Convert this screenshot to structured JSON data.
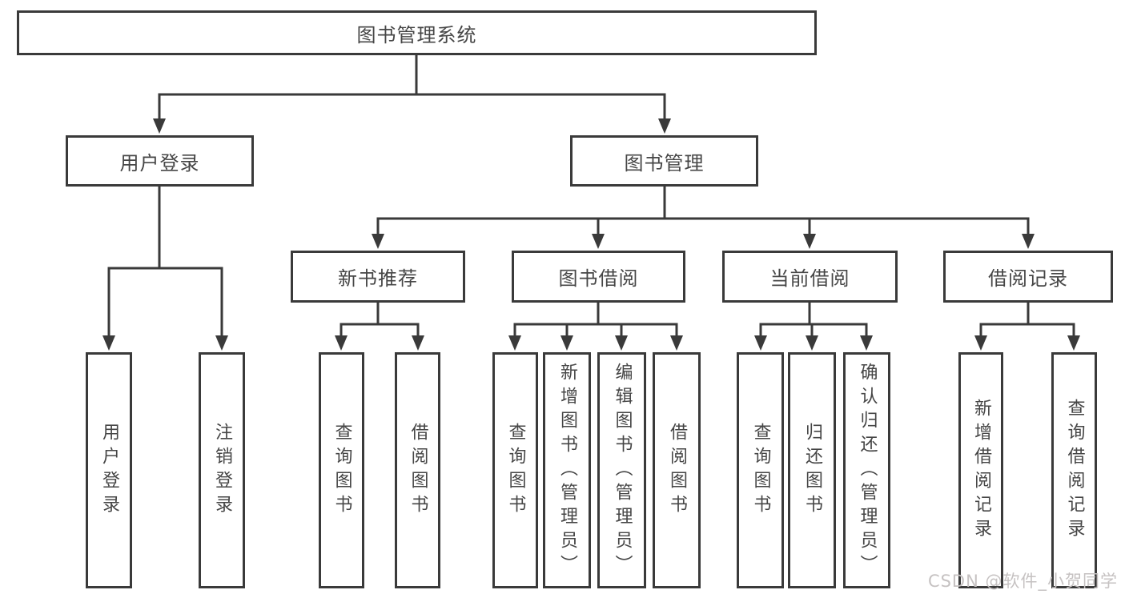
{
  "diagram_title": "图书管理系统",
  "nodes": {
    "root": "图书管理系统",
    "level2": [
      "用户登录",
      "图书管理"
    ],
    "level3": [
      "新书推荐",
      "图书借阅",
      "当前借阅",
      "借阅记录"
    ],
    "leaves_user": [
      "用户登录",
      "注销登录"
    ],
    "leaves_newbook": [
      "查询图书",
      "借阅图书"
    ],
    "leaves_borrow": [
      "查询图书",
      "新增图书（管理员）",
      "编辑图书（管理员）",
      "借阅图书"
    ],
    "leaves_current": [
      "查询图书",
      "归还图书",
      "确认归还（管理员）"
    ],
    "leaves_records": [
      "新增借阅记录",
      "查询借阅记录"
    ]
  },
  "watermark": "CSDN @软件_小贺同学",
  "colors": {
    "line": "#3a3a3a",
    "text": "#464646",
    "watermark": "#c6c2c2",
    "background": "#ffffff"
  }
}
